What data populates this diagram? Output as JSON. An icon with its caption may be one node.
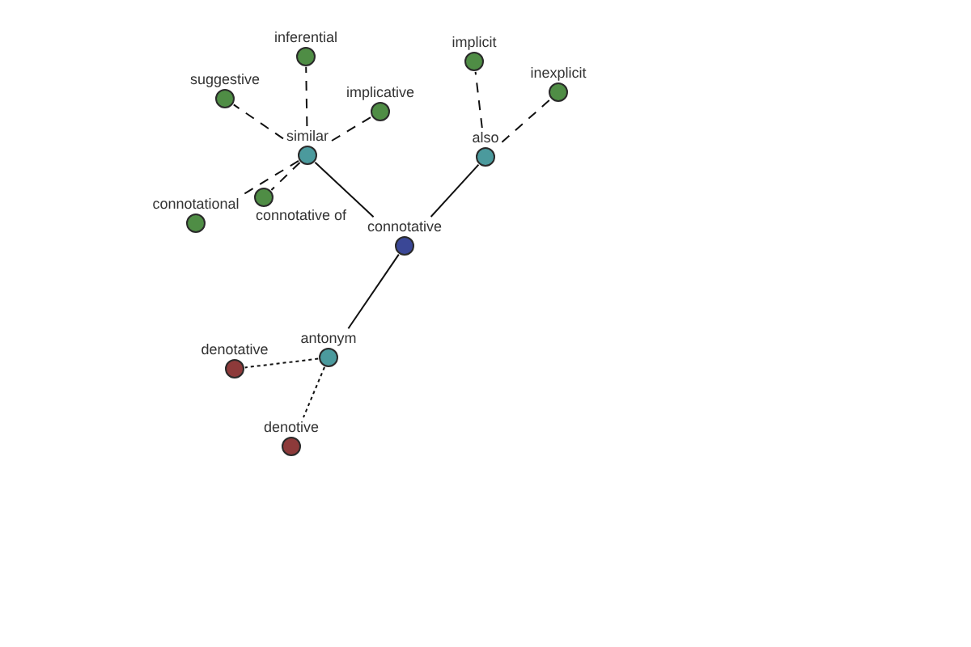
{
  "diagram": {
    "nodes": [
      {
        "text": [
          "connotative"
        ]
      },
      {
        "text": [
          "similar"
        ]
      },
      {
        "text": [
          "also"
        ]
      },
      {
        "text": [
          "antonym"
        ]
      },
      {
        "text": [
          "inferential"
        ]
      },
      {
        "text": [
          "suggestive"
        ]
      },
      {
        "text": [
          "implicative"
        ]
      },
      {
        "text": [
          "connotative of"
        ]
      },
      {
        "text": [
          "connotational"
        ]
      },
      {
        "text": [
          "implicit"
        ]
      },
      {
        "text": [
          "inexplicit"
        ]
      },
      {
        "text": [
          "denotative"
        ]
      },
      {
        "text": [
          "denotive"
        ]
      }
    ],
    "edges": [
      {
        "from": 0,
        "to": 1,
        "arrow": "none"
      },
      {
        "from": 0,
        "to": 2,
        "arrow": "none"
      },
      {
        "from": 0,
        "to": 3,
        "arrow": "none"
      },
      {
        "from": 1,
        "to": 4,
        "arrow": "none",
        "style": "dashed"
      },
      {
        "from": 1,
        "to": 5,
        "arrow": "none",
        "style": "dashed"
      },
      {
        "from": 1,
        "to": 6,
        "arrow": "none",
        "style": "dashed"
      },
      {
        "from": 1,
        "to": 7,
        "arrow": "none",
        "style": "dashed"
      },
      {
        "from": 1,
        "to": 8,
        "arrow": "none",
        "style": "dashed"
      },
      {
        "from": 2,
        "to": 9,
        "arrow": "none",
        "style": "dashed"
      },
      {
        "from": 2,
        "to": 10,
        "arrow": "none",
        "style": "dashed"
      },
      {
        "from": 3,
        "to": 11,
        "arrow": "none",
        "style": "dashed"
      },
      {
        "from": 3,
        "to": 12,
        "arrow": "none",
        "style": "dashed"
      }
    ]
  }
}
